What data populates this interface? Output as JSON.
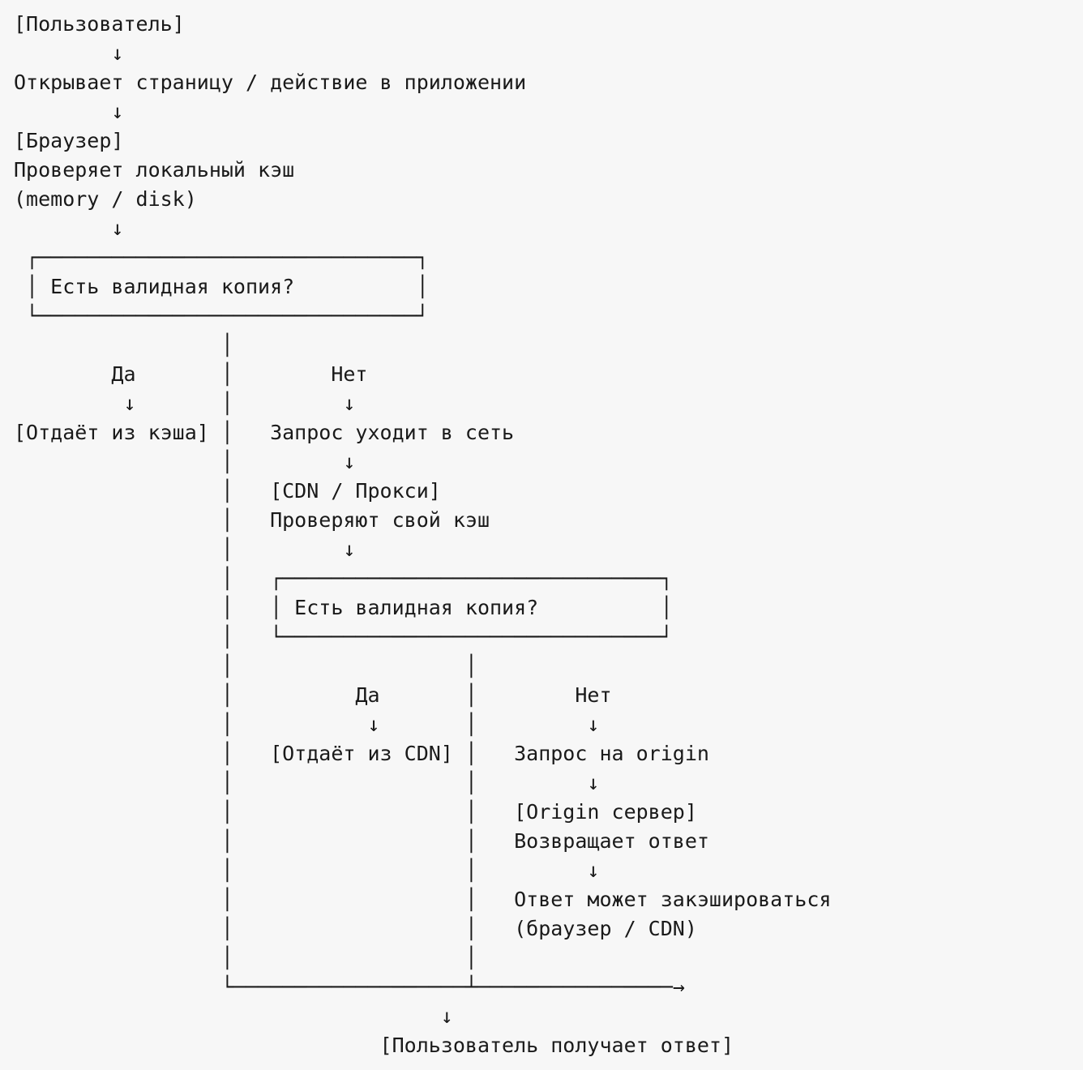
{
  "colors": {
    "background": "#f7f7f7",
    "text": "#1a1a1a"
  },
  "diagram": {
    "type": "ascii-flowchart",
    "topic": "browser / CDN cache flow",
    "lines": [
      "[Пользователь]",
      "        ↓",
      "Открывает страницу / действие в приложении",
      "        ↓",
      "[Браузер]",
      "Проверяет локальный кэш",
      "(memory / disk)",
      "        ↓",
      " ┌───────────────────────────────┐",
      " │ Есть валидная копия?          │",
      " └───────────────────────────────┘",
      "                 │",
      "        Да       │        Нет",
      "         ↓       │         ↓",
      "[Отдаёт из кэша] │   Запрос уходит в сеть",
      "                 │         ↓",
      "                 │   [CDN / Прокси]",
      "                 │   Проверяют свой кэш",
      "                 │         ↓",
      "                 │   ┌───────────────────────────────┐",
      "                 │   │ Есть валидная копия?          │",
      "                 │   └───────────────────────────────┘",
      "                 │                   │",
      "                 │          Да       │        Нет",
      "                 │           ↓       │         ↓",
      "                 │   [Отдаёт из CDN] │   Запрос на origin",
      "                 │                   │         ↓",
      "                 │                   │   [Origin сервер]",
      "                 │                   │   Возвращает ответ",
      "                 │                   │         ↓",
      "                 │                   │   Ответ может закэшироваться",
      "                 │                   │   (браузер / CDN)",
      "                 │                   │",
      "                 └───────────────────┴────────────────→",
      "                                   ↓",
      "                              [Пользователь получает ответ]"
    ]
  }
}
